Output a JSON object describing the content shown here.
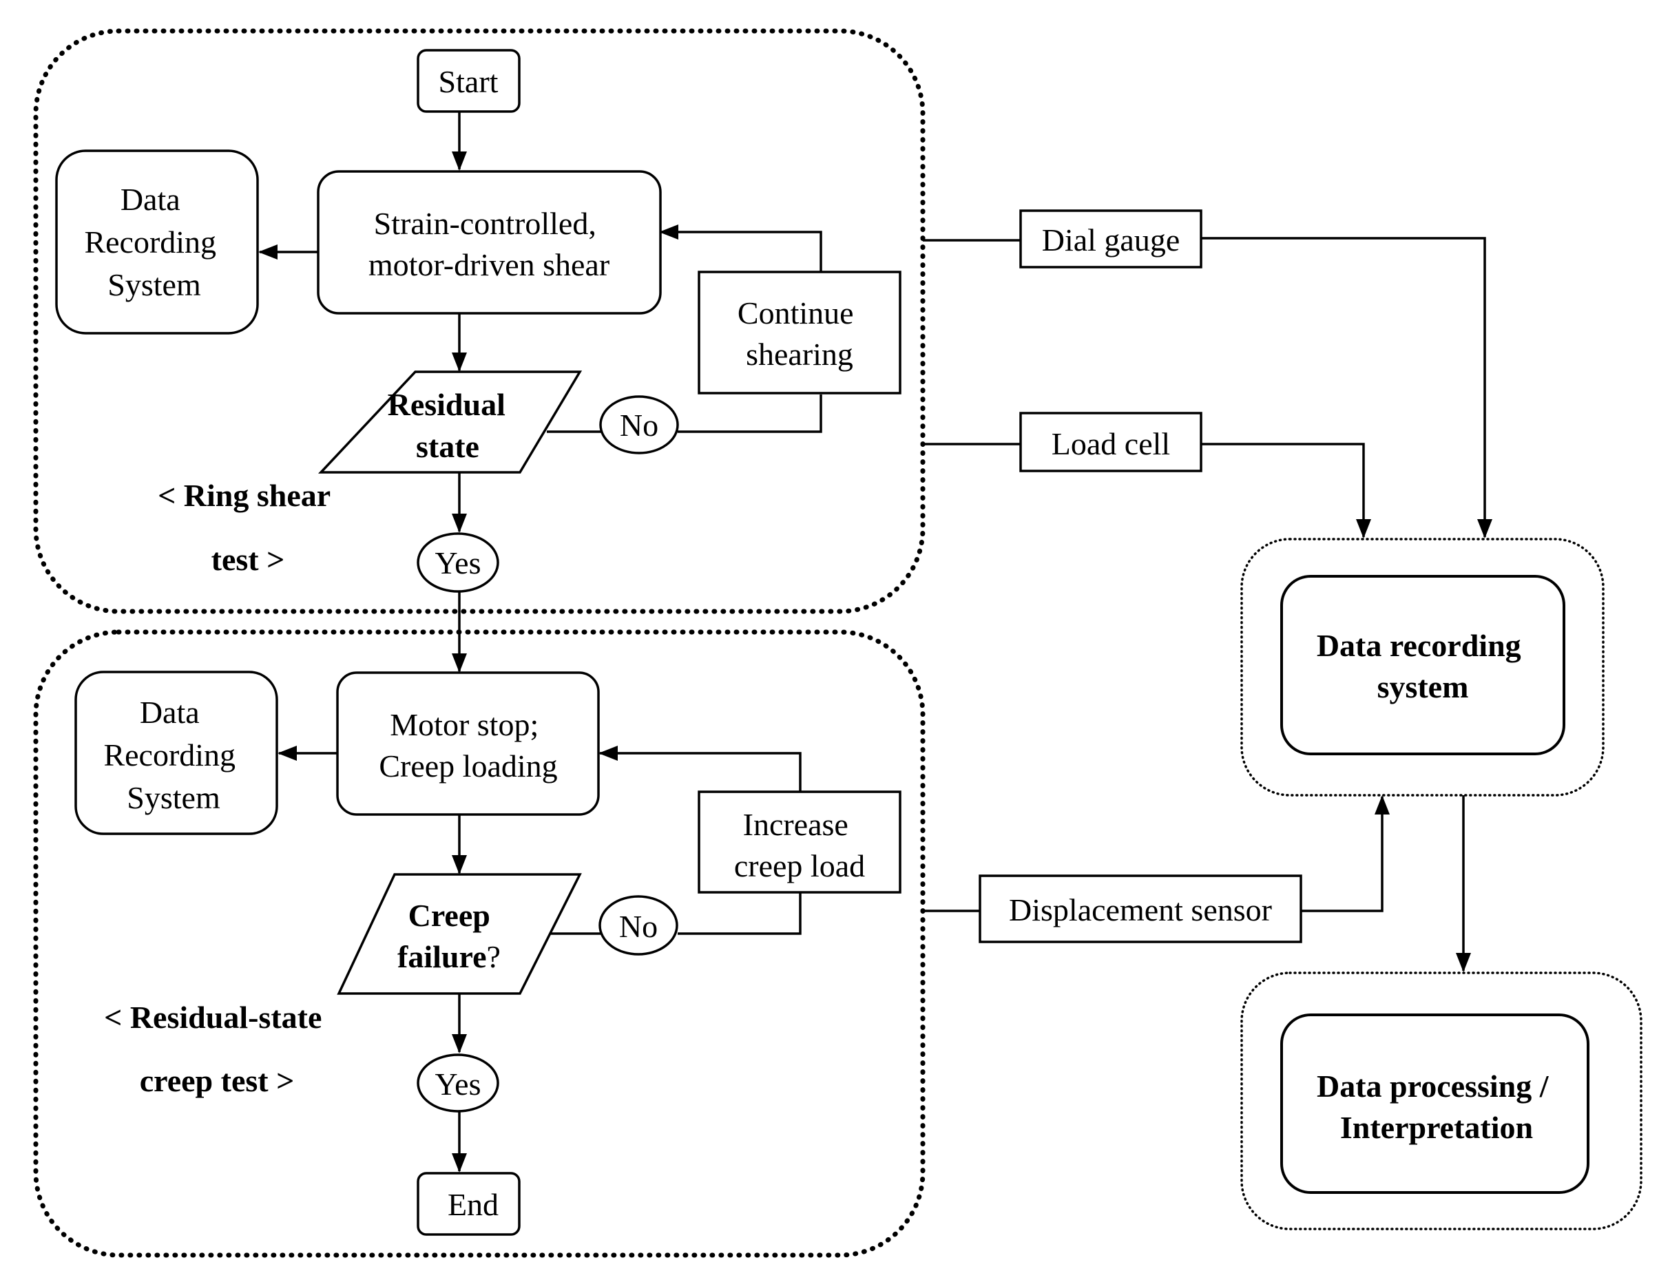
{
  "ring_shear": {
    "start": "Start",
    "recording": [
      "Data",
      "Recording",
      "System"
    ],
    "shear": [
      "Strain-controlled,",
      "motor-driven shear"
    ],
    "continue": [
      "Continue",
      "shearing"
    ],
    "decision": [
      "Residual",
      "state"
    ],
    "no": "No",
    "yes": "Yes",
    "label": [
      "< Ring shear",
      "test >"
    ]
  },
  "creep": {
    "recording": [
      "Data",
      "Recording",
      "System"
    ],
    "motor": [
      "Motor stop;",
      "Creep loading"
    ],
    "increase": [
      "Increase",
      "creep load"
    ],
    "decision_bold": [
      "Creep",
      "failure"
    ],
    "decision_mark": "?",
    "no": "No",
    "yes": "Yes",
    "end": "End",
    "label": [
      "< Residual-state",
      "creep test >"
    ]
  },
  "sensors": {
    "dial": "Dial gauge",
    "load": "Load cell",
    "displacement": "Displacement sensor"
  },
  "right": {
    "recording": [
      "Data recording",
      "system"
    ],
    "processing": [
      "Data processing /",
      "Interpretation"
    ]
  }
}
